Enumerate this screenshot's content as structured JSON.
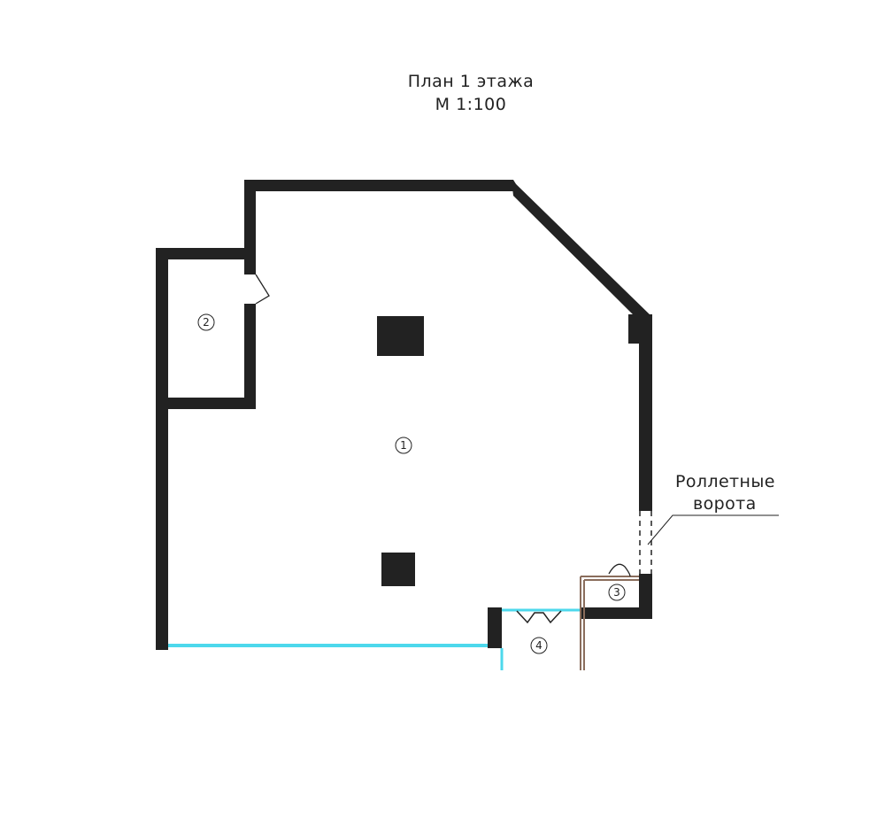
{
  "plan": {
    "title": "План 1 этажа",
    "scale": "М 1:100"
  },
  "rooms": [
    {
      "number": "1"
    },
    {
      "number": "2"
    },
    {
      "number": "3"
    },
    {
      "number": "4"
    }
  ],
  "callouts": {
    "gate_line1": "Роллетные",
    "gate_line2": "ворота"
  },
  "colors": {
    "wall": "#222222",
    "window": "#4dd8ec",
    "door_frame": "#8a6d5c",
    "background": "#ffffff"
  }
}
